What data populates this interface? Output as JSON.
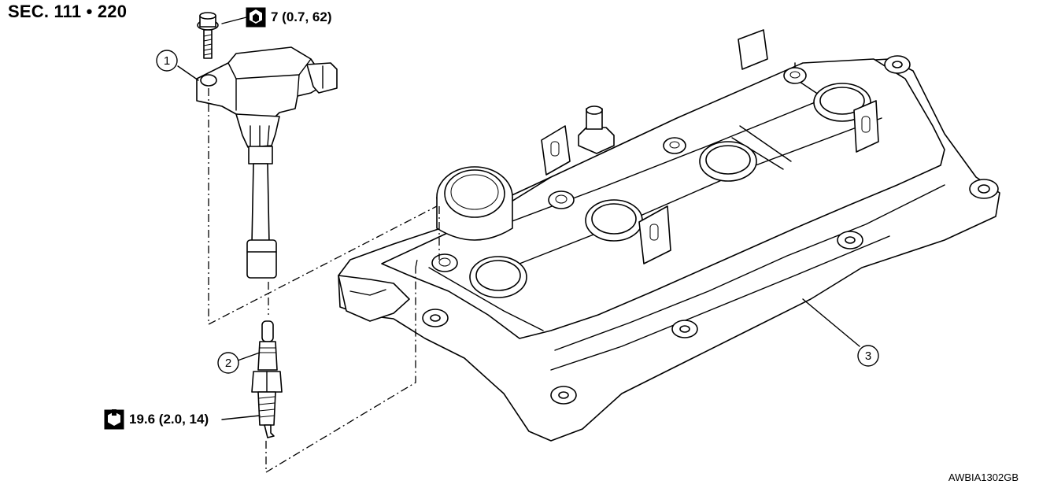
{
  "header": {
    "section_code": "SEC. 111 • 220"
  },
  "torque_specs": [
    {
      "value": "7 (0.7, 62)",
      "icon": "bolt-torque-icon"
    },
    {
      "value": "19.6 (2.0, 14)",
      "icon": "spark-plug-torque-icon"
    }
  ],
  "callouts": [
    "1",
    "2",
    "3"
  ],
  "figure_id": "AWBIA1302GB"
}
